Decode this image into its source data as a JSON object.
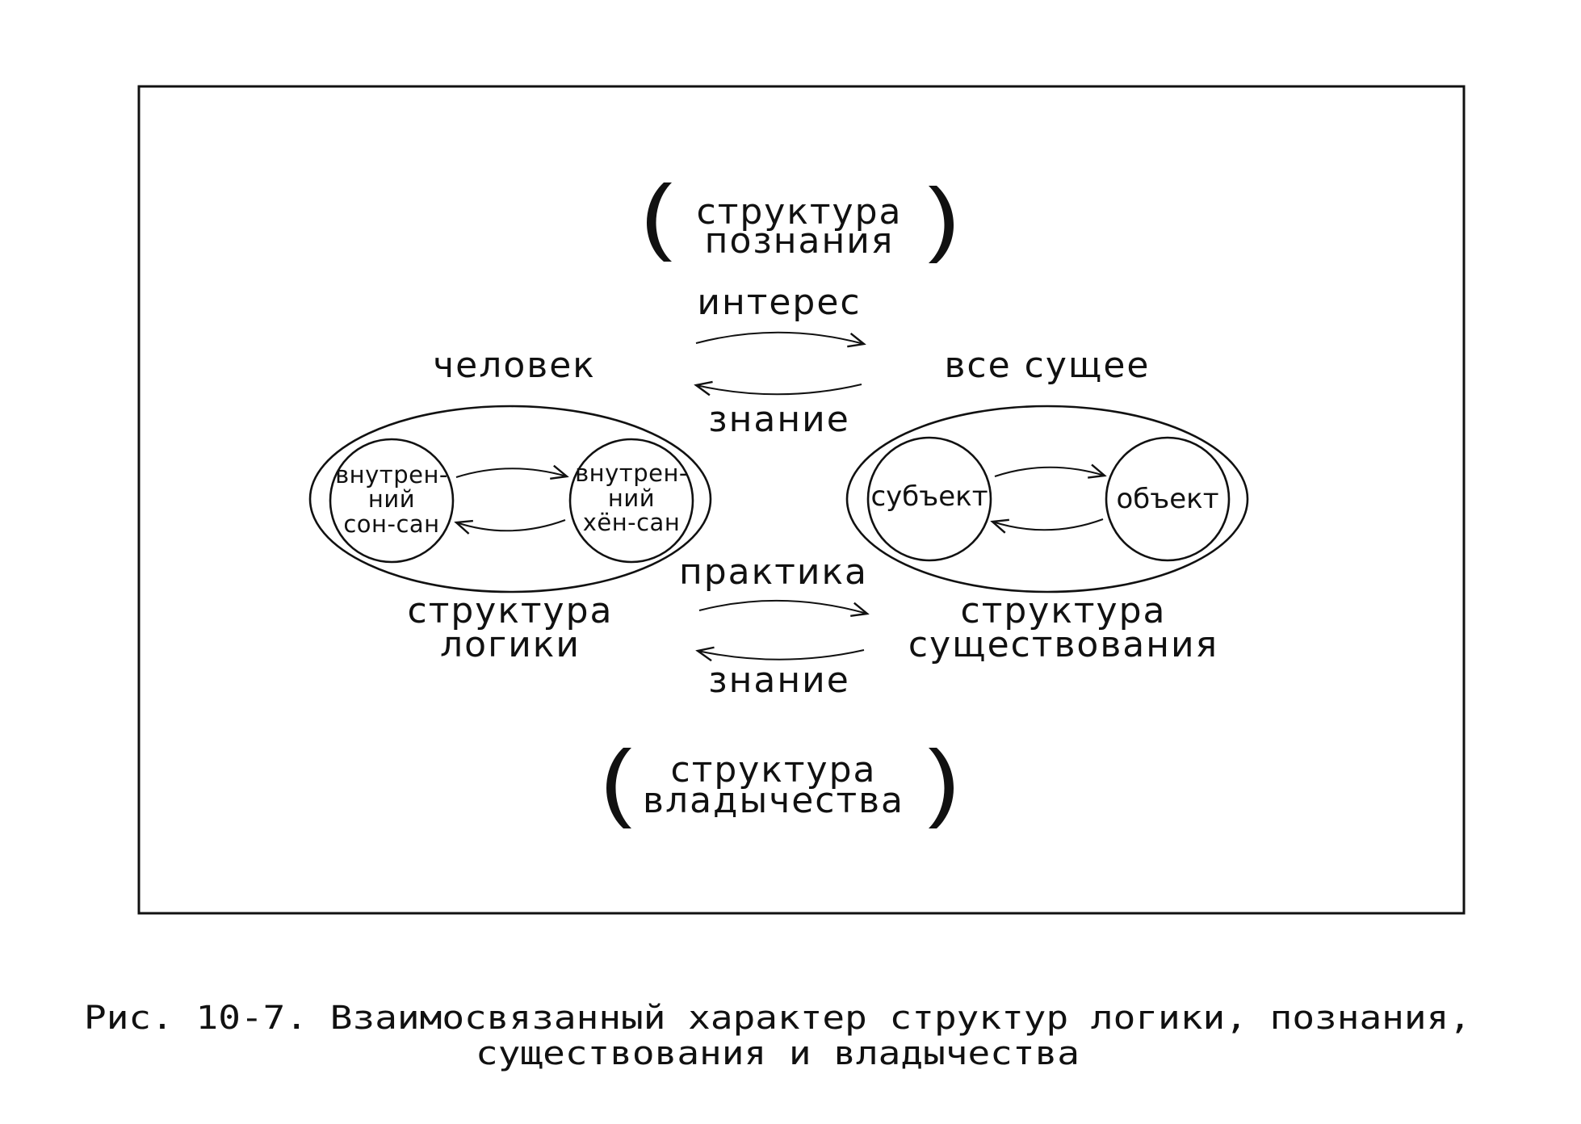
{
  "diagram": {
    "top_box": [
      "структура",
      "познания"
    ],
    "bottom_box": [
      "структура",
      "владычества"
    ],
    "left_title": "человек",
    "right_title": "все сущее",
    "top_arrow_label": "интерес",
    "top_return_label": "знание",
    "bottom_arrow_label": "практика",
    "bottom_return_label": "знание",
    "left_structure": [
      "структура",
      "логики"
    ],
    "right_structure": [
      "структура",
      "существования"
    ],
    "left_inner_a": [
      "внутрен-",
      "ний",
      "сон-сан"
    ],
    "left_inner_b": [
      "внутрен-",
      "ний",
      "хён-сан"
    ],
    "right_inner_a": "субъект",
    "right_inner_b": "объект"
  },
  "caption": {
    "line1": "Рис. 10-7. Взаимосвязанный характер структур логики, познания,",
    "line2": "существования и владычества"
  }
}
